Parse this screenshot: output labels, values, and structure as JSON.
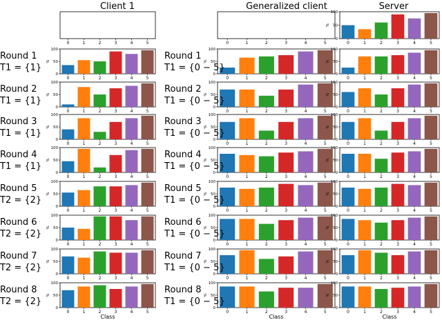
{
  "colors": [
    "#1f77b4",
    "#ff7f0e",
    "#2ca02c",
    "#d62728",
    "#9467bd",
    "#8c564b"
  ],
  "chart_data": {
    "type": "bar",
    "categories": [
      "0",
      "1",
      "2",
      "3",
      "4",
      "5"
    ],
    "ylim": [
      0,
      100
    ],
    "yticks": [
      "0",
      "50",
      "100"
    ],
    "ylabel": "%",
    "xlabel": "Class",
    "columns": [
      {
        "title": "Client 1",
        "header_values": null,
        "rounds": [
          {
            "round": "Round 1",
            "task": "T1 = {1}",
            "values": [
              35,
              55,
              50,
              90,
              80,
              95
            ]
          },
          {
            "round": "Round 2",
            "task": "T1 = {1}",
            "values": [
              10,
              80,
              50,
              75,
              85,
              95
            ]
          },
          {
            "round": "Round 3",
            "task": "T1 = {1}",
            "values": [
              40,
              85,
              30,
              70,
              85,
              95
            ]
          },
          {
            "round": "Round 4",
            "task": "T1 = {1}",
            "values": [
              45,
              95,
              20,
              70,
              90,
              95
            ]
          },
          {
            "round": "Round 5",
            "task": "T2 = {2}",
            "values": [
              55,
              65,
              80,
              80,
              85,
              95
            ]
          },
          {
            "round": "Round 6",
            "task": "T2 = {2}",
            "values": [
              50,
              45,
              95,
              95,
              80,
              95
            ]
          },
          {
            "round": "Round 7",
            "task": "T2 = {2}",
            "values": [
              70,
              65,
              90,
              85,
              85,
              95
            ]
          },
          {
            "round": "Round 8",
            "task": "T2 = {2}",
            "values": [
              70,
              85,
              90,
              75,
              85,
              95
            ]
          }
        ]
      },
      {
        "title": "Generalized client",
        "header_values": [
          0,
          0,
          0,
          0,
          0,
          0
        ],
        "rounds": [
          {
            "round": "Round 1",
            "task": "T1 = {0 − 5}",
            "values": [
              25,
              65,
              70,
              75,
              90,
              95
            ]
          },
          {
            "round": "Round 2",
            "task": "T1 = {0 − 5}",
            "values": [
              70,
              70,
              45,
              70,
              90,
              95
            ]
          },
          {
            "round": "Round 3",
            "task": "T1 = {0 − 5}",
            "values": [
              70,
              85,
              35,
              70,
              85,
              95
            ]
          },
          {
            "round": "Round 4",
            "task": "T1 = {0 − 5}",
            "values": [
              75,
              70,
              65,
              80,
              85,
              95
            ]
          },
          {
            "round": "Round 5",
            "task": "T1 = {0 − 5}",
            "values": [
              75,
              70,
              75,
              90,
              85,
              95
            ]
          },
          {
            "round": "Round 6",
            "task": "T1 = {0 − 5}",
            "values": [
              85,
              85,
              65,
              80,
              90,
              95
            ]
          },
          {
            "round": "Round 7",
            "task": "T1 = {0 − 5}",
            "values": [
              75,
              95,
              60,
              70,
              90,
              95
            ]
          },
          {
            "round": "Round 8",
            "task": "T1 = {0 − 5}",
            "values": [
              85,
              85,
              65,
              80,
              80,
              95
            ]
          }
        ]
      },
      {
        "title": "Server",
        "header_values": [
          50,
          35,
          60,
          90,
          75,
          95
        ],
        "rounds": [
          {
            "round": "Round 1",
            "task": "",
            "values": [
              25,
              70,
              70,
              75,
              85,
              95
            ]
          },
          {
            "round": "Round 2",
            "task": "",
            "values": [
              60,
              75,
              50,
              75,
              90,
              95
            ]
          },
          {
            "round": "Round 3",
            "task": "",
            "values": [
              70,
              85,
              35,
              70,
              85,
              95
            ]
          },
          {
            "round": "Round 4",
            "task": "",
            "values": [
              75,
              75,
              55,
              80,
              85,
              95
            ]
          },
          {
            "round": "Round 5",
            "task": "",
            "values": [
              75,
              70,
              75,
              90,
              85,
              95
            ]
          },
          {
            "round": "Round 6",
            "task": "",
            "values": [
              85,
              80,
              70,
              80,
              90,
              95
            ]
          },
          {
            "round": "Round 7",
            "task": "",
            "values": [
              75,
              95,
              85,
              75,
              90,
              95
            ]
          },
          {
            "round": "Round 8",
            "task": "",
            "values": [
              85,
              85,
              75,
              80,
              85,
              95
            ]
          }
        ]
      }
    ]
  }
}
